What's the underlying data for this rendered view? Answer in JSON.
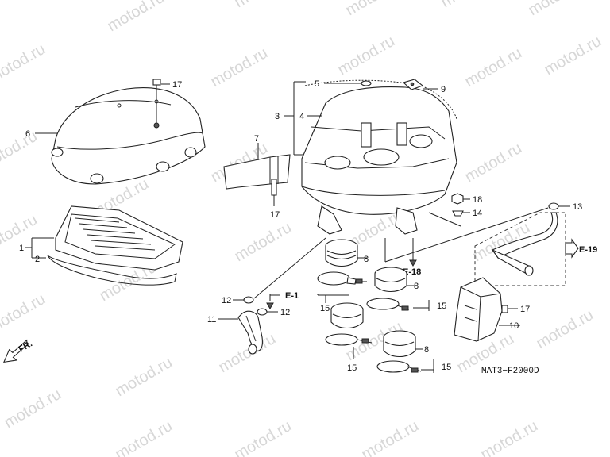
{
  "watermark": "motod.ru",
  "diagram_code": "MAT3−F2000D",
  "direction_label": "FR.",
  "labels": {
    "p1": "1",
    "p2": "2",
    "p3": "3",
    "p4": "4",
    "p5": "5",
    "p6": "6",
    "p7": "7",
    "p8a": "8",
    "p8b": "8",
    "p8c": "8",
    "p9": "9",
    "p10": "10",
    "p11": "11",
    "p12a": "12",
    "p12b": "12",
    "p13": "13",
    "p14": "14",
    "p15a": "15",
    "p15b": "15",
    "p15c": "15",
    "p15d": "15",
    "p17a": "17",
    "p17b": "17",
    "p17c": "17",
    "p18": "18"
  },
  "refs": {
    "e1": "E-1",
    "e18": "E-18",
    "e19": "E-19"
  }
}
